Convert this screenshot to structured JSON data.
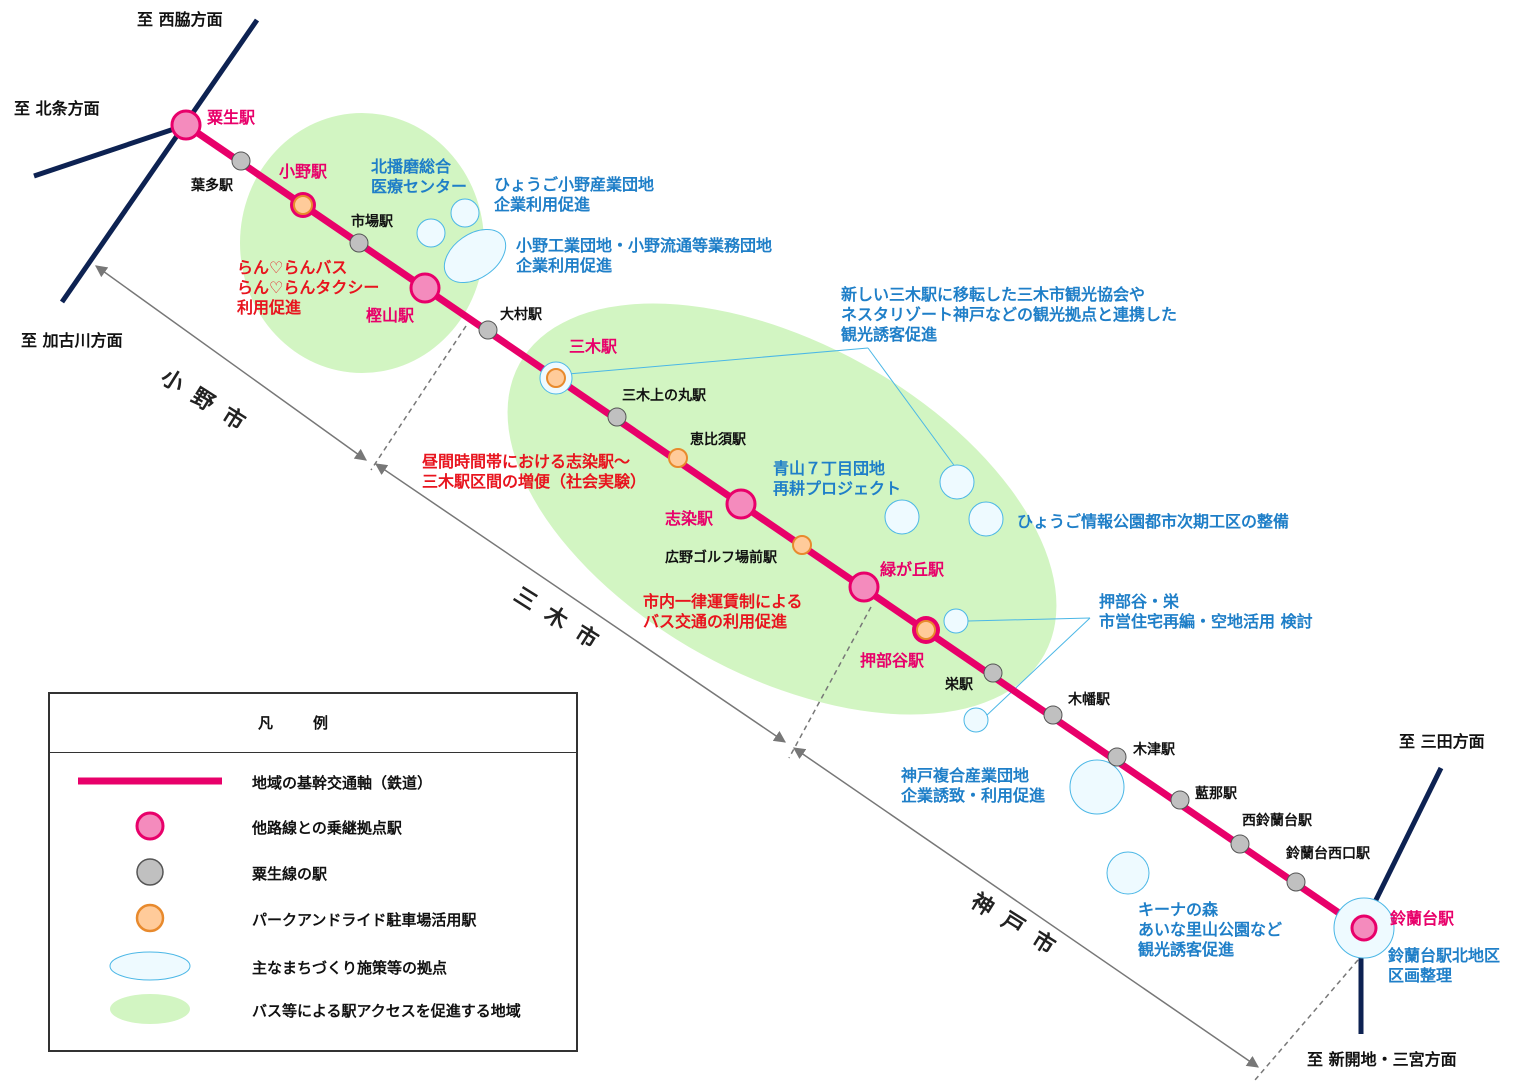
{
  "directions": {
    "nishiwaki": "至 西脇方面",
    "hojo": "至 北条方面",
    "kakogawa": "至 加古川方面",
    "sanda": "至 三田方面",
    "shinkaichi": "至 新開地・三宮方面"
  },
  "stations": {
    "ao": "粟生駅",
    "hata": "葉多駅",
    "ono": "小野駅",
    "ichiba": "市場駅",
    "kashiyama": "樫山駅",
    "omura": "大村駅",
    "miki": "三木駅",
    "mikiuenomaru": "三木上の丸駅",
    "ebisu": "恵比須駅",
    "shijimi": "志染駅",
    "hironogolf": "広野ゴルフ場前駅",
    "midorigaoka": "緑が丘駅",
    "oshibedani": "押部谷駅",
    "sakae": "栄駅",
    "kobata": "木幡駅",
    "kizu": "木津駅",
    "aina": "藍那駅",
    "nishisuzurandai": "西鈴蘭台駅",
    "suzurandainishiguchi": "鈴蘭台西口駅",
    "suzurandai": "鈴蘭台駅"
  },
  "annotations": {
    "kitaharima": "北播磨総合\n医療センター",
    "hyogo_ono": "ひょうご小野産業団地\n企業利用促進",
    "ono_kogyo": "小野工業団地・小野流通等業務団地\n企業利用促進",
    "ranran": "らん♡らんバス\nらん♡らんタクシー\n利用促進",
    "miki_kanko": "新しい三木駅に移転した三木市観光協会や\nネスタリゾート神戸などの観光拠点と連携した\n観光誘客促進",
    "zoubin": "昼間時間帯における志染駅～\n三木駅区間の増便（社会実験）",
    "aoyama": "青山７丁目団地\n再耕プロジェクト",
    "joho_koen": "ひょうご情報公園都市次期工区の整備",
    "oshibedani_sakae": "押部谷・栄\n市営住宅再編・空地活用 検討",
    "ichiritsu": "市内一律運賃制による\nバス交通の利用促進",
    "kobe_fukugo": "神戸複合産業団地\n企業誘致・利用促進",
    "kina": "キーナの森\nあいな里山公園など\n観光誘客促進",
    "suzurandai_kita": "鈴蘭台駅北地区\n区画整理"
  },
  "cities": {
    "ono": "小野市",
    "miki": "三木市",
    "kobe": "神戸市"
  },
  "legend": {
    "title": "凡例",
    "items": [
      {
        "symbol": "trunk-line",
        "label": "地域の基幹交通軸（鉄道）"
      },
      {
        "symbol": "transfer-station",
        "label": "他路線との乗継拠点駅"
      },
      {
        "symbol": "ao-line-station",
        "label": "粟生線の駅"
      },
      {
        "symbol": "park-and-ride-station",
        "label": "パークアンドライド駐車場活用駅"
      },
      {
        "symbol": "town-hub",
        "label": "主なまちづくり施策等の拠点"
      },
      {
        "symbol": "bus-access-area",
        "label": "バス等による駅アクセスを促進する地域"
      }
    ]
  },
  "colors": {
    "line": "#e8006a",
    "transfer_fill": "#f48bbd",
    "gray_station": "#c0c0c0",
    "pr_station": "#ffcb9a",
    "pr_ring": "#e88a2d",
    "green_area": "#d2f5c2",
    "hub_fill": "#eefaff",
    "hub_stroke": "#4bb7e6",
    "navy": "#0d2252",
    "blue_text": "#1f7fc8",
    "red_text": "#e8141e"
  }
}
